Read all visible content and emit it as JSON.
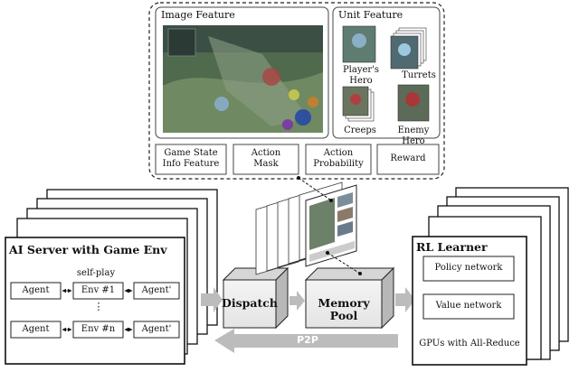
{
  "features": {
    "image_feature": "Image Feature",
    "unit_feature": "Unit Feature",
    "units": {
      "players_hero": "Player's Hero",
      "turrets": "Turrets",
      "creeps": "Creeps",
      "enemy_hero": "Enemy Hero"
    },
    "info_boxes": [
      {
        "line1": "Game State",
        "line2": "Info Feature"
      },
      {
        "line1": "Action",
        "line2": "Mask"
      },
      {
        "line1": "Action",
        "line2": "Probability"
      },
      {
        "line1": "Reward",
        "line2": ""
      }
    ]
  },
  "ai_server": {
    "title": "AI Server with Game Env",
    "self_play": "self-play",
    "agent": "Agent",
    "agent_prime": "Agent'",
    "env_1": "Env #1",
    "env_n": "Env #n",
    "ellipsis": "⋮"
  },
  "dispatch": "Dispatch",
  "memory_pool": "Memory Pool",
  "rl_learner": {
    "title": "RL Learner",
    "policy_network": "Policy network",
    "value_network": "Value network",
    "gpus": "GPUs with All-Reduce"
  },
  "p2p": "P2P",
  "colors": {
    "arrow_gray": "#bcbcbc",
    "game_green": "#5f7a55",
    "game_dark": "#2e3b37"
  }
}
